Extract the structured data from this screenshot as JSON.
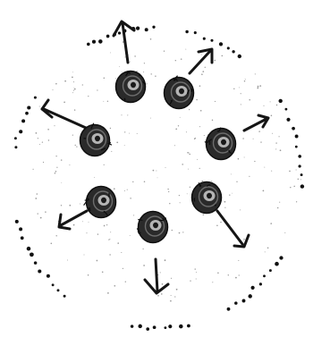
{
  "diagram": {
    "style": "hand-drawn pencil sketch",
    "ink_color": "#151515",
    "shading_color": "#6d6d6d",
    "background_color": "#ffffff",
    "particles": [
      {
        "name": "particle-1",
        "icon": "ring-icon",
        "arrow_direction": "up"
      },
      {
        "name": "particle-2",
        "icon": "ring-icon",
        "arrow_direction": "up-right"
      },
      {
        "name": "particle-3",
        "icon": "ring-icon",
        "arrow_direction": "up-left"
      },
      {
        "name": "particle-4",
        "icon": "ring-icon",
        "arrow_direction": "right"
      },
      {
        "name": "particle-5",
        "icon": "ring-icon",
        "arrow_direction": "down-left"
      },
      {
        "name": "particle-6",
        "icon": "ring-icon",
        "arrow_direction": "down-right"
      },
      {
        "name": "particle-7",
        "icon": "ring-icon",
        "arrow_direction": "down"
      }
    ],
    "boundary": "dotted outline"
  }
}
